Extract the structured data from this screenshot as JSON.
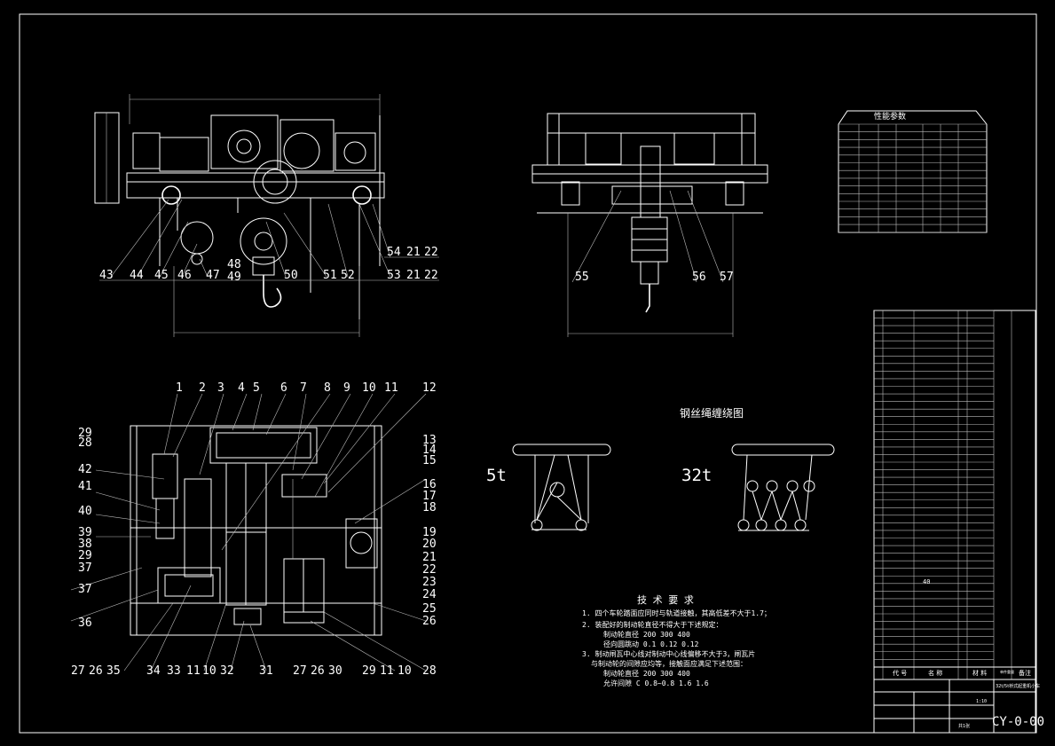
{
  "diagram": {
    "rope_title": "钢丝绳缠绕图",
    "rope_labels": [
      "5t",
      "32t"
    ],
    "perf_table_title": "性能参数",
    "tech_req": {
      "title": "技 术 要 求",
      "lines": [
        "1. 四个车轮踏面应同时与轨道接触，其高低差不大于1.7；",
        "2. 装配好的制动轮直径不得大于下述规定：",
        "制动轮直径  200      300     400",
        "径向圆跳动  0.1      0.12    0.12",
        "3. 制动闸瓦中心线对制动中心线偏移不大于3，闸瓦片",
        "与制动轮的间隙应均等，接触面应满足下述范围：",
        "制动轮直径 200      300     400",
        "允许间隙 C  0.8~0.8  1.6   1.6"
      ]
    },
    "callouts_top": [
      "43",
      "44",
      "45",
      "46",
      "47",
      "48",
      "49",
      "50",
      "51",
      "52",
      "53",
      "54",
      "21",
      "22",
      "21",
      "22"
    ],
    "callouts_side": [
      "55",
      "56",
      "57"
    ],
    "callouts_plan_top": [
      "1",
      "2",
      "3",
      "4",
      "5",
      "6",
      "7",
      "8",
      "9",
      "10",
      "11",
      "12"
    ],
    "callouts_plan_right": [
      "13",
      "14",
      "15",
      "16",
      "17",
      "18",
      "19",
      "20",
      "21",
      "22",
      "23",
      "24",
      "25",
      "26",
      "27"
    ],
    "callouts_plan_left": [
      "29",
      "28",
      "42",
      "41",
      "40",
      "39",
      "38",
      "29",
      "37",
      "37",
      "36"
    ],
    "callouts_plan_bottom": [
      "27",
      "26",
      "35",
      "34",
      "33",
      "11",
      "10",
      "32",
      "31",
      "27",
      "26",
      "30",
      "29",
      "11",
      "10",
      "28"
    ],
    "bom_headers": [
      "代 号",
      "名 称",
      "材 料",
      "单件重量",
      "备注"
    ],
    "bom_qty_note": "40",
    "title_block": {
      "drawing_no": "CY-0-00",
      "name": "32t/5t桥式起重机小车",
      "scale": "1:10",
      "sheet_label": "共1张"
    }
  }
}
